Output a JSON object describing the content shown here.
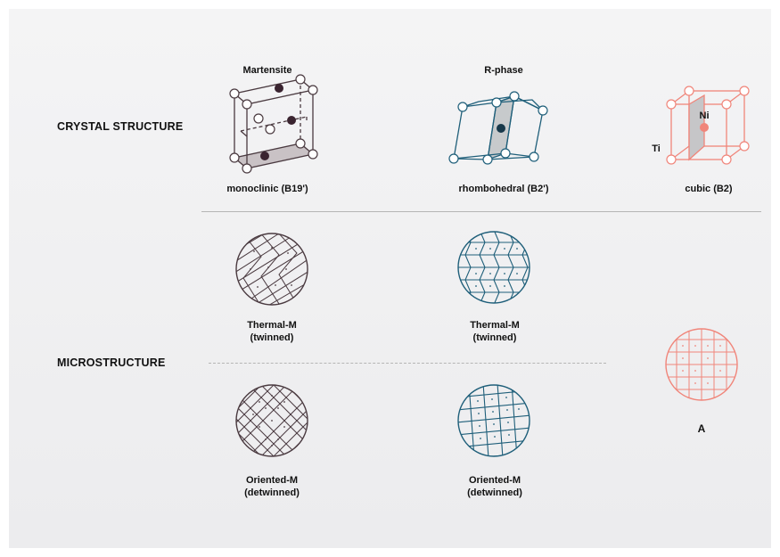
{
  "rows": {
    "crystal_structure": "CRYSTAL STRUCTURE",
    "microstructure": "MICROSTRUCTURE"
  },
  "columns": {
    "martensite": {
      "title": "Martensite",
      "crystal_label": "monoclinic (B19')",
      "micro_top_line1": "Thermal-M",
      "micro_top_line2": "(twinned)",
      "micro_bottom_line1": "Oriented-M",
      "micro_bottom_line2": "(detwinned)"
    },
    "r_phase": {
      "title": "R-phase",
      "crystal_label": "rhombohedral (B2')",
      "micro_top_line1": "Thermal-M",
      "micro_top_line2": "(twinned)",
      "micro_bottom_line1": "Oriented-M",
      "micro_bottom_line2": "(detwinned)"
    },
    "austenite": {
      "crystal_label": "cubic (B2)",
      "atom_ni": "Ni",
      "atom_ti": "Ti",
      "micro_label": "A"
    }
  },
  "colors": {
    "martensite": "#4a3a40",
    "r_phase": "#1f5f7a",
    "austenite": "#f0857a",
    "separator": "#b5b5b5"
  }
}
